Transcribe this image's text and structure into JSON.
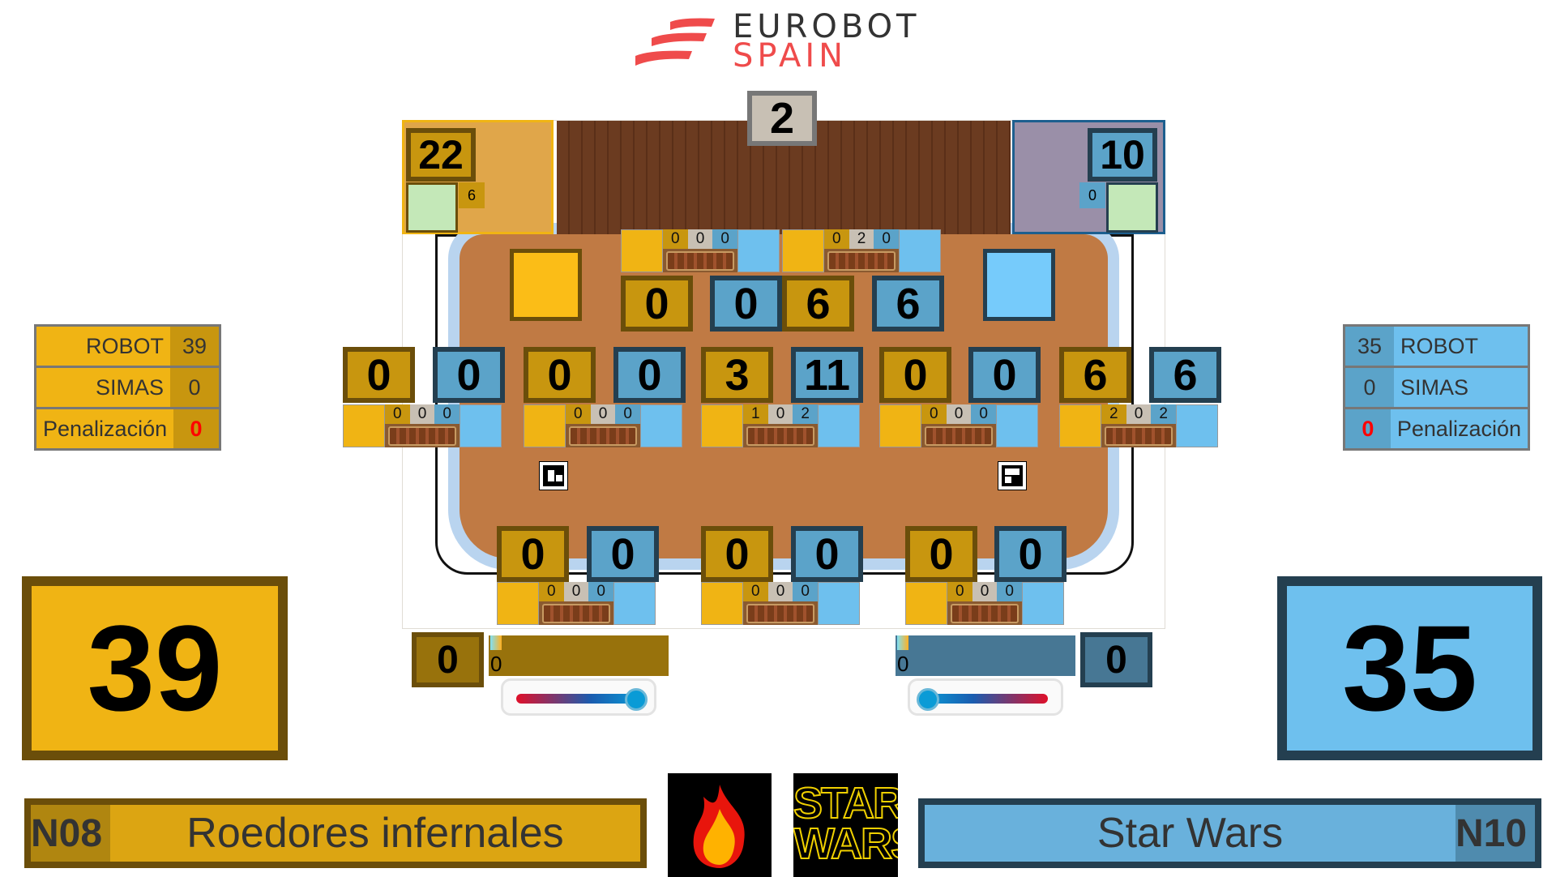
{
  "header": {
    "logo_line1": "EUROBOT",
    "logo_line2": "SPAIN"
  },
  "colors": {
    "yellow": "#f0b414",
    "yellow_dark": "#c8960f",
    "blue": "#5ba3c9",
    "blue_light": "#6ec0ee",
    "penalty": "#ff0000"
  },
  "field": {
    "top_counter": "2",
    "yellow_nest": {
      "score": "22",
      "sub": "6"
    },
    "blue_nest": {
      "score": "10",
      "sub": "0"
    },
    "top_row": [
      {
        "yellow": "0",
        "blue": "0",
        "counts": [
          "0",
          "0",
          "0"
        ]
      },
      {
        "yellow": "6",
        "blue": "6",
        "counts": [
          "0",
          "2",
          "0"
        ]
      }
    ],
    "middle_row": [
      {
        "yellow": "0",
        "blue": "0",
        "counts": [
          "0",
          "0",
          "0"
        ]
      },
      {
        "yellow": "0",
        "blue": "0",
        "counts": [
          "0",
          "0",
          "0"
        ]
      },
      {
        "yellow": "3",
        "blue": "11",
        "counts": [
          "1",
          "0",
          "2"
        ]
      },
      {
        "yellow": "0",
        "blue": "0",
        "counts": [
          "0",
          "0",
          "0"
        ]
      },
      {
        "yellow": "6",
        "blue": "6",
        "counts": [
          "2",
          "0",
          "2"
        ]
      }
    ],
    "bottom_row": [
      {
        "yellow": "0",
        "blue": "0",
        "counts": [
          "0",
          "0",
          "0"
        ]
      },
      {
        "yellow": "0",
        "blue": "0",
        "counts": [
          "0",
          "0",
          "0"
        ]
      },
      {
        "yellow": "0",
        "blue": "0",
        "counts": [
          "0",
          "0",
          "0"
        ]
      }
    ]
  },
  "yellow_team": {
    "breakdown": [
      {
        "label": "ROBOT",
        "value": "39"
      },
      {
        "label": "SIMAS",
        "value": "0"
      },
      {
        "label": "Penalización",
        "value": "0"
      }
    ],
    "total": "39",
    "extra_box": "0",
    "bar_value": "0",
    "number": "N08",
    "name": "Roedores infernales"
  },
  "blue_team": {
    "breakdown": [
      {
        "label": "ROBOT",
        "value": "35"
      },
      {
        "label": "SIMAS",
        "value": "0"
      },
      {
        "label": "Penalización",
        "value": "0"
      }
    ],
    "total": "35",
    "extra_box": "0",
    "bar_value": "0",
    "number": "N10",
    "name": "Star Wars"
  },
  "logos": {
    "yellow_logo": "fire-icon",
    "blue_logo_text": "STAR WARS"
  }
}
